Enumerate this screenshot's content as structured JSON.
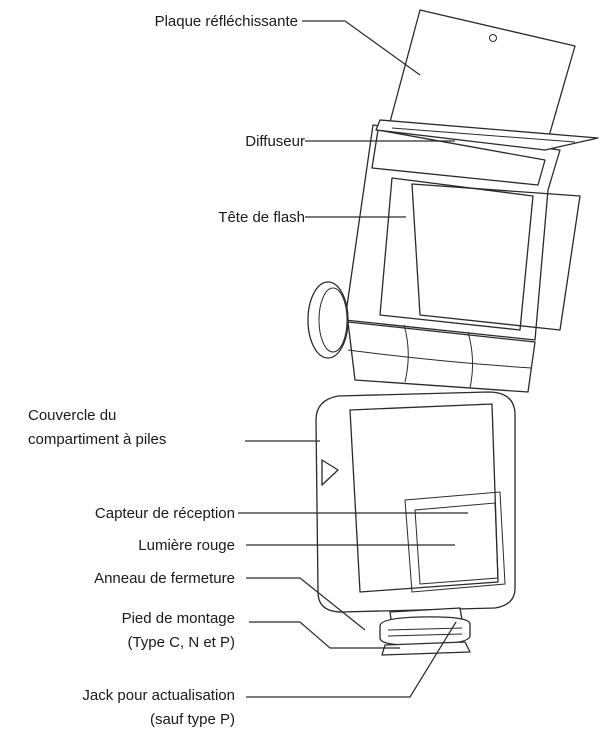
{
  "labels": {
    "reflector": "Plaque réfléchissante",
    "diffuser": "Diffuseur",
    "flash_head": "Tête de flash",
    "battery_cover_1": "Couvercle du",
    "battery_cover_2": "compartiment à piles",
    "receiver_sensor": "Capteur de réception",
    "red_light": "Lumière rouge",
    "lock_ring": "Anneau de fermeture",
    "mount_foot_1": "Pied de montage",
    "mount_foot_2": "(Type C, N et P)",
    "update_jack_1": "Jack pour actualisation",
    "update_jack_2": "(sauf type P)"
  }
}
